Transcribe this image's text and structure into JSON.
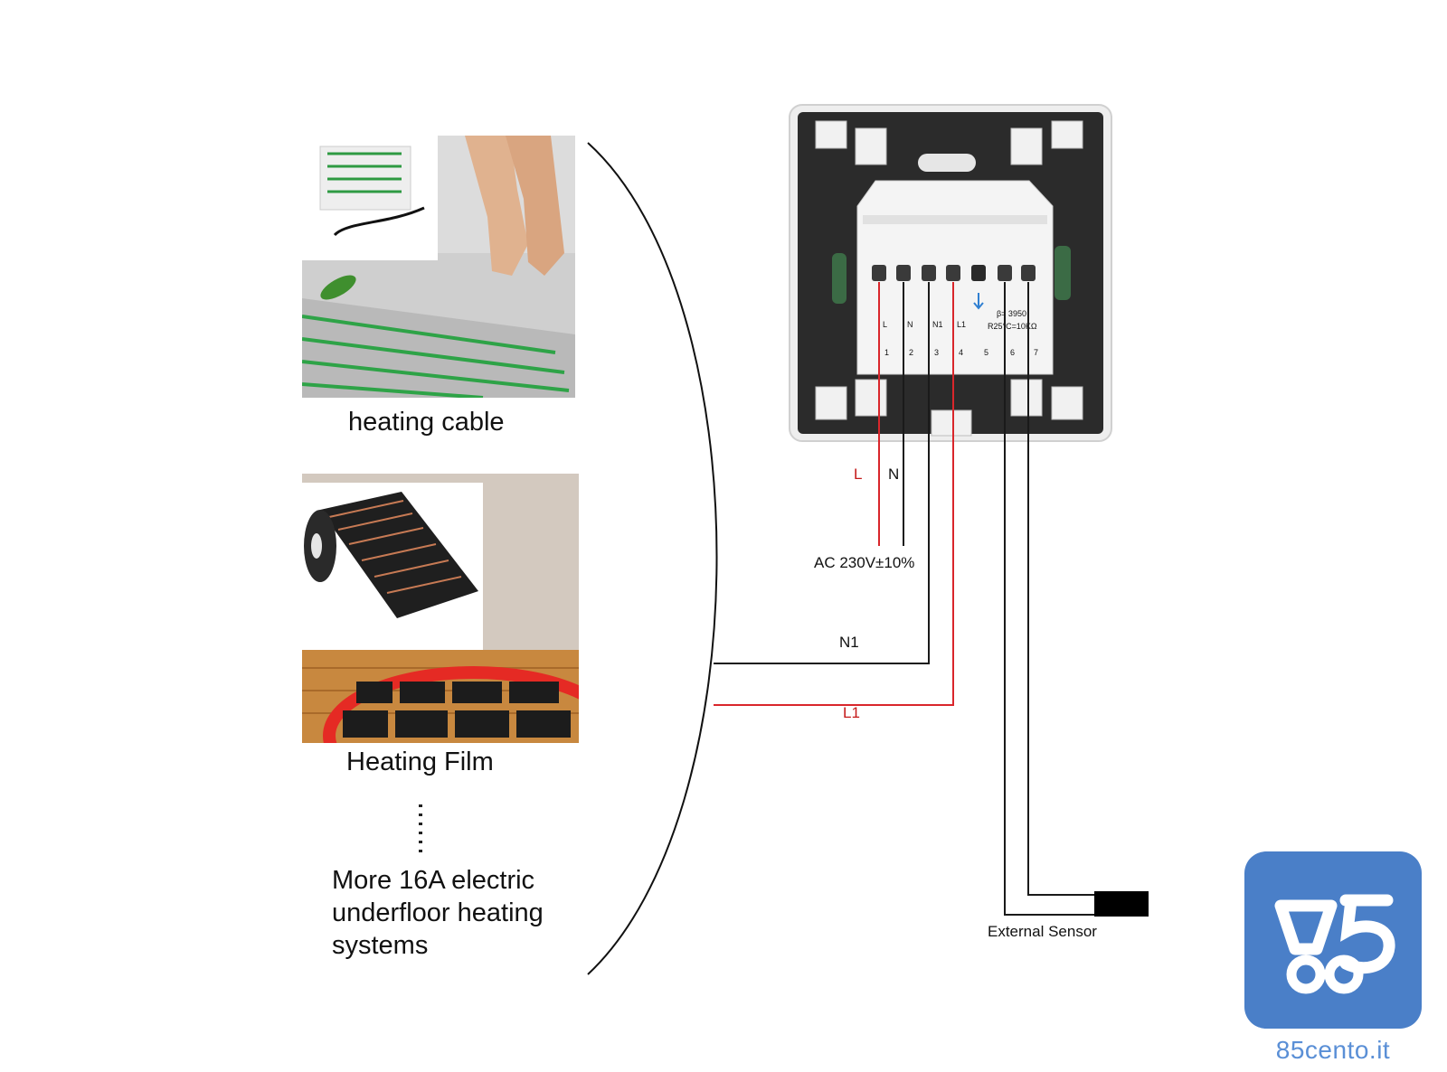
{
  "left": {
    "cable_label": "heating cable",
    "film_label": "Heating Film",
    "more_lines": [
      "More 16A electric",
      "underfloor heating",
      "systems"
    ]
  },
  "thermostat": {
    "terminal_names": [
      "L",
      "N",
      "N1",
      "L1"
    ],
    "terminal_numbers": [
      "1",
      "2",
      "3",
      "4",
      "5",
      "6",
      "7"
    ],
    "sensor_spec_1": "β= 3950",
    "sensor_spec_2": "R25°C=10KΩ"
  },
  "wires": {
    "L": "L",
    "N": "N",
    "supply": "AC 230V±10%",
    "N1": "N1",
    "L1": "L1",
    "sensor": "External Sensor"
  },
  "logo": {
    "text": "85cento.it",
    "icon": "cart-5-icon"
  },
  "colors": {
    "live_wire": "#d9262b",
    "neutral_wire": "#1a1a1a",
    "brand": "#4a7fc8"
  }
}
